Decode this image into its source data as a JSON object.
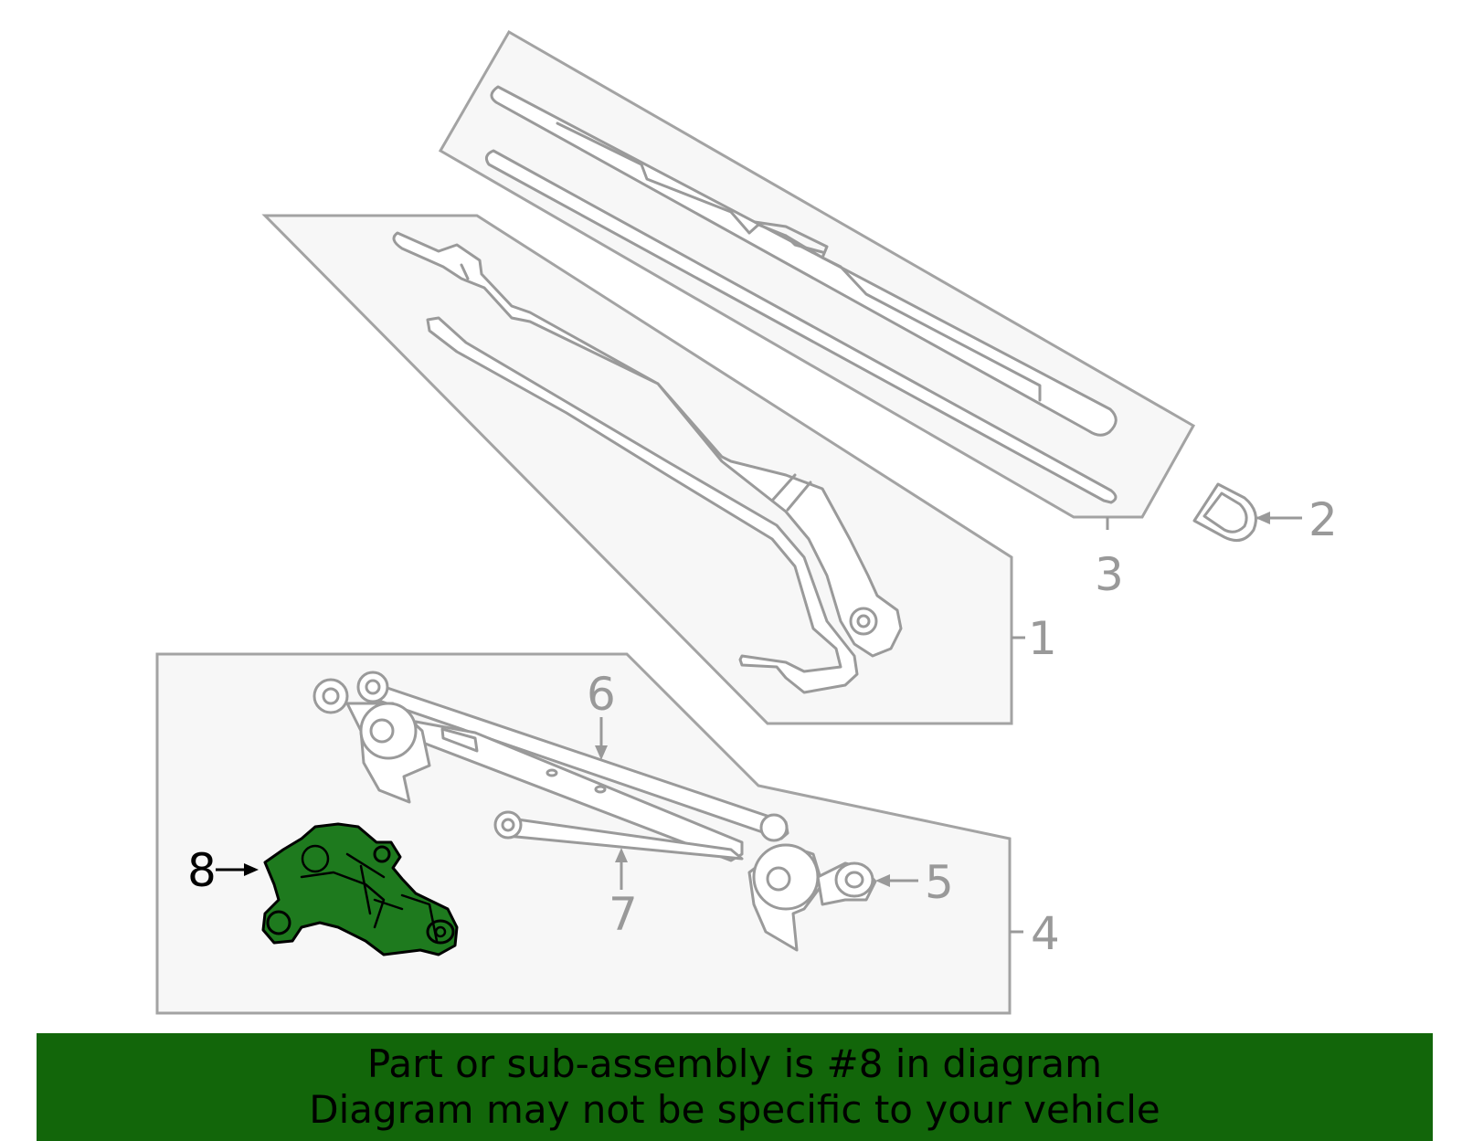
{
  "colors": {
    "highlight_fill": "#1e7a1e",
    "banner_background": "#12660a",
    "callout_gray": "#999999",
    "panel_fill": "#f7f7f7"
  },
  "callouts": {
    "c1": "1",
    "c2": "2",
    "c3": "3",
    "c4": "4",
    "c5": "5",
    "c6": "6",
    "c7": "7",
    "c8": "8"
  },
  "highlighted_part": "8",
  "banner": {
    "line1": "Part or sub-assembly is #8 in diagram",
    "line2": "Diagram may not be specific to your vehicle"
  }
}
